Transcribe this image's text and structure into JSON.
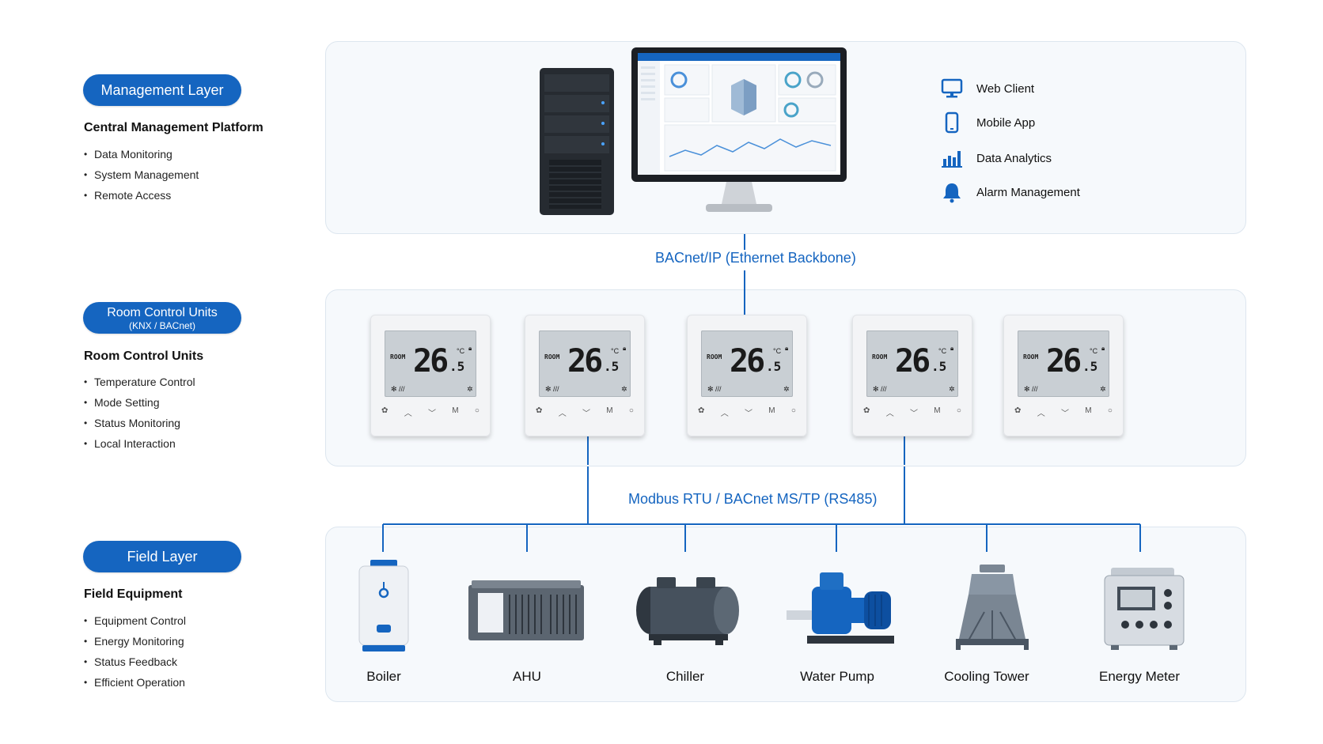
{
  "layers": {
    "management": {
      "pill": "Management Layer",
      "title": "Central Management Platform",
      "items": [
        "Data Monitoring",
        "System Management",
        "Remote Access"
      ]
    },
    "room": {
      "pill": "Room Control Units",
      "pill_sub": "(KNX / BACnet)",
      "title": "Room Control Units",
      "items": [
        "Temperature Control",
        "Mode Setting",
        "Status Monitoring",
        "Local Interaction"
      ]
    },
    "field": {
      "pill": "Field Layer",
      "title": "Field Equipment",
      "items": [
        "Equipment Control",
        "Energy Monitoring",
        "Status Feedback",
        "Efficient Operation"
      ]
    }
  },
  "features": [
    {
      "label": "Web Client",
      "icon": "monitor-icon"
    },
    {
      "label": "Mobile App",
      "icon": "mobile-icon"
    },
    {
      "label": "Data Analytics",
      "icon": "bar-chart-icon"
    },
    {
      "label": "Alarm Management",
      "icon": "bell-icon"
    }
  ],
  "protocols": {
    "backbone": "BACnet/IP (Ethernet Backbone)",
    "fieldbus": "Modbus RTU / BACnet MS/TP (RS485)"
  },
  "thermostat": {
    "room": "ROOM",
    "temp": "26",
    "dec": ".5",
    "unit": "°C",
    "buttons": [
      "✿",
      "︿",
      "﹀",
      "M",
      "○"
    ]
  },
  "equipment": [
    "Boiler",
    "AHU",
    "Chiller",
    "Water Pump",
    "Cooling Tower",
    "Energy Meter"
  ],
  "colors": {
    "accent": "#1565c0",
    "panel_bg": "#f6f9fc",
    "panel_border": "#dde6ef"
  }
}
